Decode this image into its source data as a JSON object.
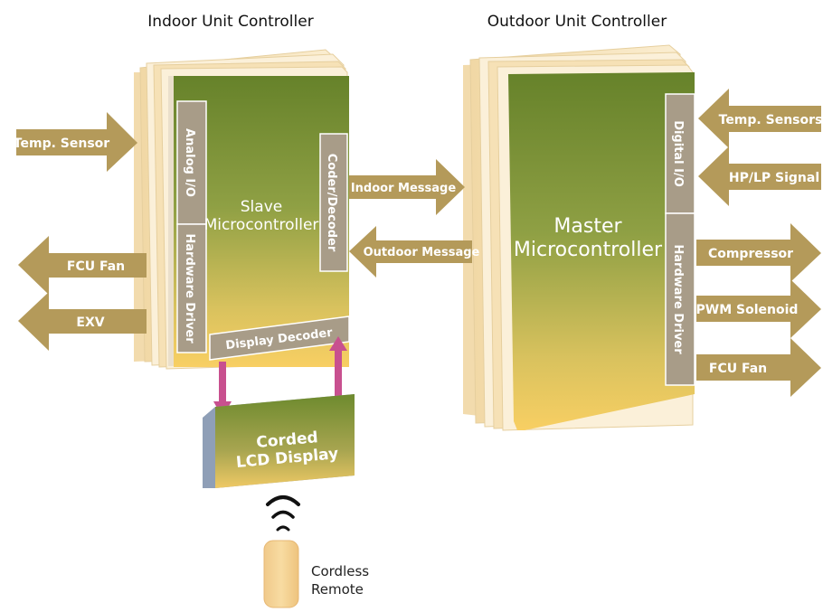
{
  "titles": {
    "indoor": "Indoor Unit Controller",
    "outdoor": "Outdoor Unit Controller"
  },
  "indoor": {
    "chip_line1": "Slave",
    "chip_line2": "Microcontroller",
    "analog_io": "Analog I/O",
    "hardware_driver": "Hardware Driver",
    "coder_decoder": "Coder/Decoder",
    "display_decoder": "Display Decoder",
    "inputs": [
      "Temp. Sensor"
    ],
    "outputs": [
      "FCU Fan",
      "EXV"
    ]
  },
  "outdoor": {
    "chip_line1": "Master",
    "chip_line2": "Microcontroller",
    "digital_io": "Digital I/O",
    "hardware_driver": "Hardware Driver",
    "inputs": [
      "Temp. Sensors",
      "HP/LP Signal"
    ],
    "outputs": [
      "Compressor",
      "PWM Solenoid",
      "FCU Fan"
    ]
  },
  "messages": {
    "indoor": "Indoor Message",
    "outdoor": "Outdoor Message"
  },
  "lcd": {
    "line1": "Corded",
    "line2": "LCD Display"
  },
  "remote": {
    "line1": "Cordless",
    "line2": "Remote"
  },
  "colors": {
    "arrow": "#b49a5a",
    "panel": "#a89c88",
    "chip_green": "#6f8a2a",
    "chip_yellow": "#f6cd62",
    "board_edge": "#f3dfb5",
    "pink_arrow": "#c8508f",
    "lcd_side": "#8f9fb7"
  }
}
